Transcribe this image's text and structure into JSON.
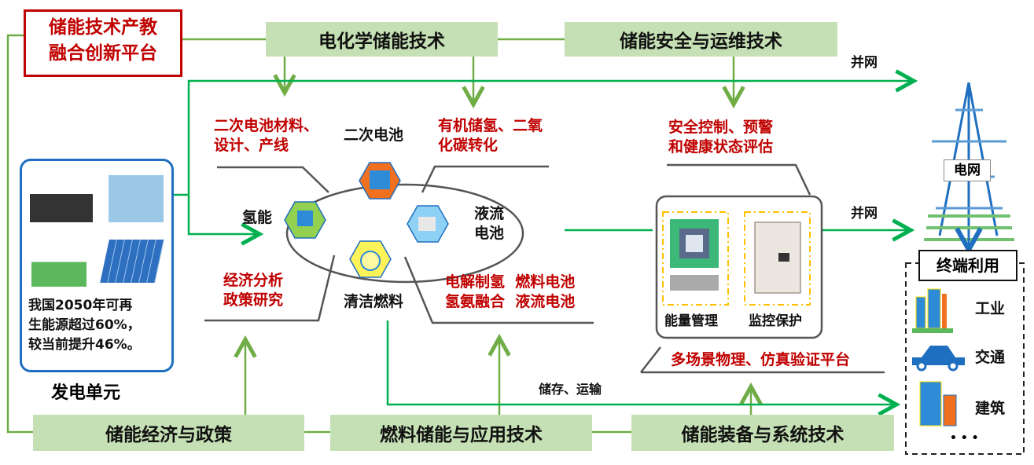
{
  "platform_title": [
    "储能技术产教",
    "融合创新平台"
  ],
  "boxes": {
    "electrochem": "电化学储能技术",
    "safety": "储能安全与运维技术",
    "economy": "储能经济与政策",
    "fuel": "燃料储能与应用技术",
    "equipment": "储能装备与系统技术"
  },
  "generation": {
    "text": [
      "我国2050年可再",
      "生能源超过60%，",
      "较当前提升46%。"
    ],
    "label": "发电单元"
  },
  "grid_connect_top": "并网",
  "grid_connect_mid": "并网",
  "hub": {
    "secondary_battery": "二次电池",
    "hydrogen": "氢能",
    "flow_battery": [
      "液流",
      "电池"
    ],
    "clean_fuel": "清洁燃料"
  },
  "red_notes": {
    "battery_material": [
      "二次电池材料、",
      "设计、产线"
    ],
    "organic_h2": [
      "有机储氢、二氧",
      "化碳转化"
    ],
    "econ_policy": [
      "经济分析",
      "政策研究"
    ],
    "electrolysis": [
      "电解制氢  燃料电池",
      "氢氨融合  液流电池"
    ],
    "safety_control": [
      "安全控制、预警",
      "和健康状态评估"
    ],
    "multi_scene": "多场景物理、仿真验证平台"
  },
  "equipment": {
    "energy_mgmt": "能量管理",
    "monitor": "监控保护"
  },
  "grid": "电网",
  "storage_transport": "储存、运输",
  "terminal": {
    "title": "终端利用",
    "items": [
      "工业",
      "交通",
      "建筑"
    ],
    "more": "• • •"
  },
  "colors": {
    "green_box": "#c5e0b4",
    "arrow_green": "#00b050",
    "line_green": "#70ad47",
    "red": "#c00000",
    "tower_blue": "#1f6fc0"
  }
}
